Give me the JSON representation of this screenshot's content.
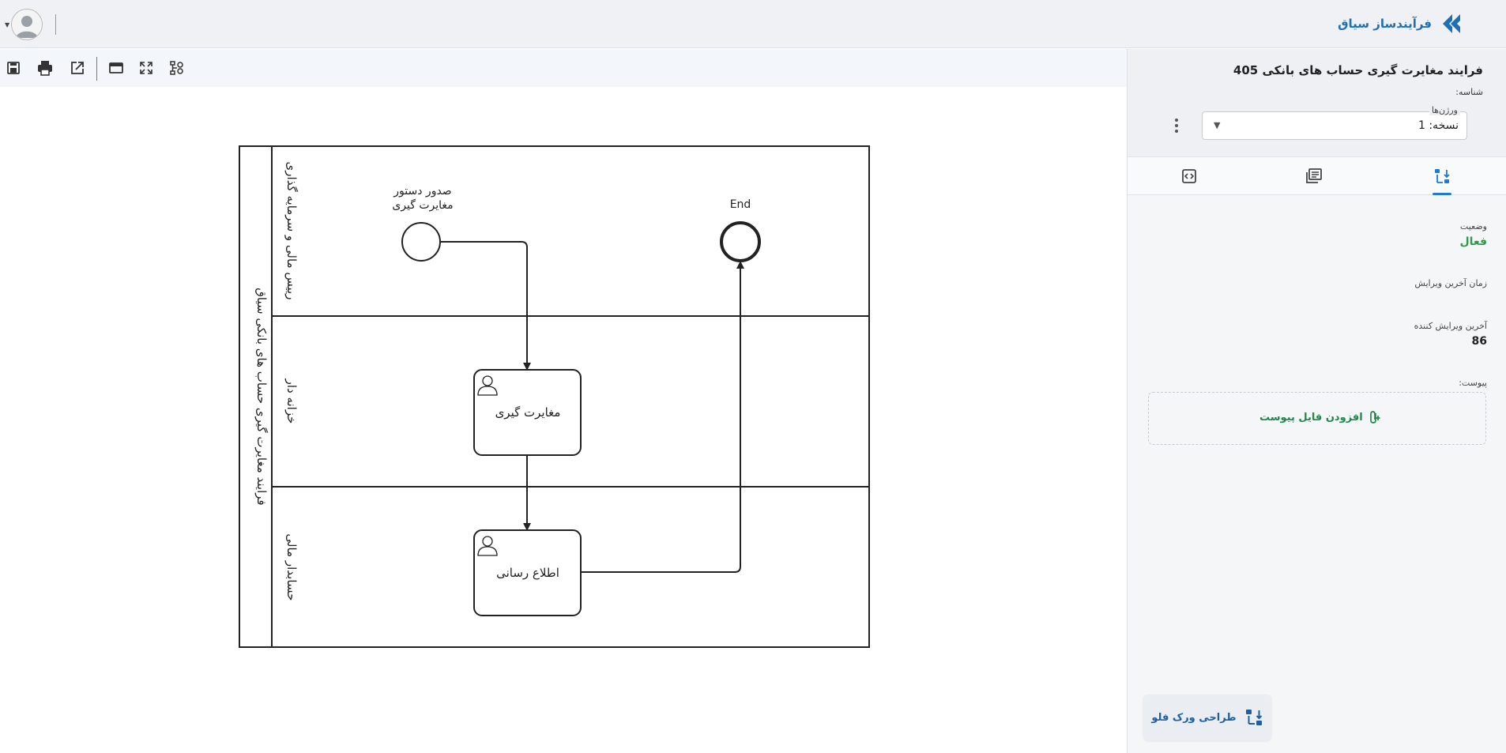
{
  "app": {
    "brand_name": "فرآیندساز سیاق",
    "accent_color": "#1f7ad1"
  },
  "toolbar": {
    "buttons": [
      {
        "name": "save-image-button",
        "icon": "image-save-icon"
      },
      {
        "name": "print-button",
        "icon": "printer-icon"
      },
      {
        "name": "open-external-button",
        "icon": "external-link-icon"
      },
      {
        "name": "layout-button",
        "icon": "window-icon"
      },
      {
        "name": "fit-button",
        "icon": "fit-arrows-icon"
      },
      {
        "name": "tree-settings-button",
        "icon": "tree-settings-icon"
      }
    ]
  },
  "diagram": {
    "pool_label": "فرایند مغایرت گیری حساب های بانکی سیاق",
    "lanes": [
      "رییس مالی و سرمایه گذاری",
      "خزانه دار",
      "حسابدار مالی"
    ],
    "start_event_label_line1": "صدور دستور",
    "start_event_label_line2": "مغایرت گیری",
    "end_event_label": "End",
    "task1_label": "مغایرت گیری",
    "task2_label": "اطلاع رسانی"
  },
  "panel": {
    "process_title": "فرایند مغایرت گیری حساب های بانکی 405",
    "id_label": "شناسه:",
    "versions_label": "ورژن‌ها",
    "version_value": "نسخه: 1",
    "tabs": [
      "flow-tab",
      "gallery-tab",
      "code-tab"
    ],
    "status_label": "وضعیت",
    "status_value": "فعال",
    "status_color": "#2e9b4a",
    "last_edit_time_label": "زمان آخرین ویرایش",
    "last_editor_label": "آخرین ویرایش کننده",
    "last_editor_value": "86",
    "attachment_label": "پیوست:",
    "add_attachment_label": "افزودن فایل پیوست",
    "workflow_design_label": "طراحی ورک فلو"
  }
}
